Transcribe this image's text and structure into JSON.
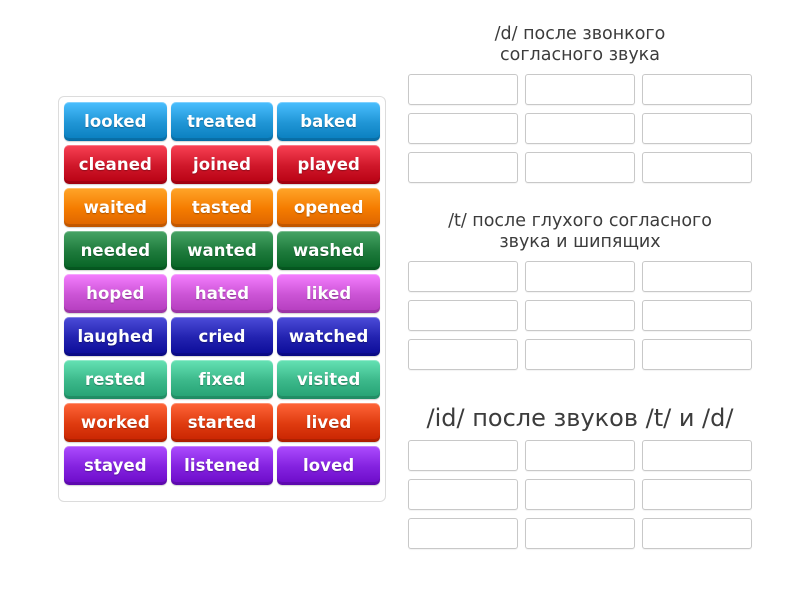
{
  "activity": {
    "type": "drag-and-drop-sorting",
    "title": ""
  },
  "word_bank": {
    "columns": 3,
    "rows": [
      {
        "color": "#2196d6",
        "words": [
          "looked",
          "treated",
          "baked"
        ]
      },
      {
        "color": "#d0182b",
        "words": [
          "cleaned",
          "joined",
          "played"
        ]
      },
      {
        "color": "#f57c00",
        "words": [
          "waited",
          "tasted",
          "opened"
        ]
      },
      {
        "color": "#1e7b3c",
        "words": [
          "needed",
          "wanted",
          "washed"
        ]
      },
      {
        "color": "#cc55d6",
        "words": [
          "hoped",
          "hated",
          "liked"
        ]
      },
      {
        "color": "#2323b0",
        "words": [
          "laughed",
          "cried",
          "watched"
        ]
      },
      {
        "color": "#3cb98b",
        "words": [
          "rested",
          "fixed",
          "visited"
        ]
      },
      {
        "color": "#e03c10",
        "words": [
          "worked",
          "started",
          "lived"
        ]
      },
      {
        "color": "#8423e0",
        "words": [
          "stayed",
          "listened",
          "loved"
        ]
      }
    ]
  },
  "groups": [
    {
      "heading_line1": "/d/ после звонкого",
      "heading_line2": "согласного звука",
      "heading_size": "small",
      "zone_rows": 3,
      "zone_cols": 3,
      "zones": [
        "",
        "",
        "",
        "",
        "",
        "",
        "",
        "",
        ""
      ]
    },
    {
      "heading_line1": "/t/ после глухого согласного",
      "heading_line2": "звука и шипящих",
      "heading_size": "small",
      "zone_rows": 3,
      "zone_cols": 3,
      "zones": [
        "",
        "",
        "",
        "",
        "",
        "",
        "",
        "",
        ""
      ]
    },
    {
      "heading_line1": "/id/ после звуков /t/ и /d/",
      "heading_line2": "",
      "heading_size": "large",
      "zone_rows": 3,
      "zone_cols": 3,
      "zones": [
        "",
        "",
        "",
        "",
        "",
        "",
        "",
        "",
        ""
      ]
    }
  ],
  "colors": {
    "page_background": "#ffffff",
    "panel_border": "#dcdcdc",
    "zone_border": "#c8c8c8",
    "heading_text": "#3c3c3c",
    "tile_text": "#ffffff"
  }
}
